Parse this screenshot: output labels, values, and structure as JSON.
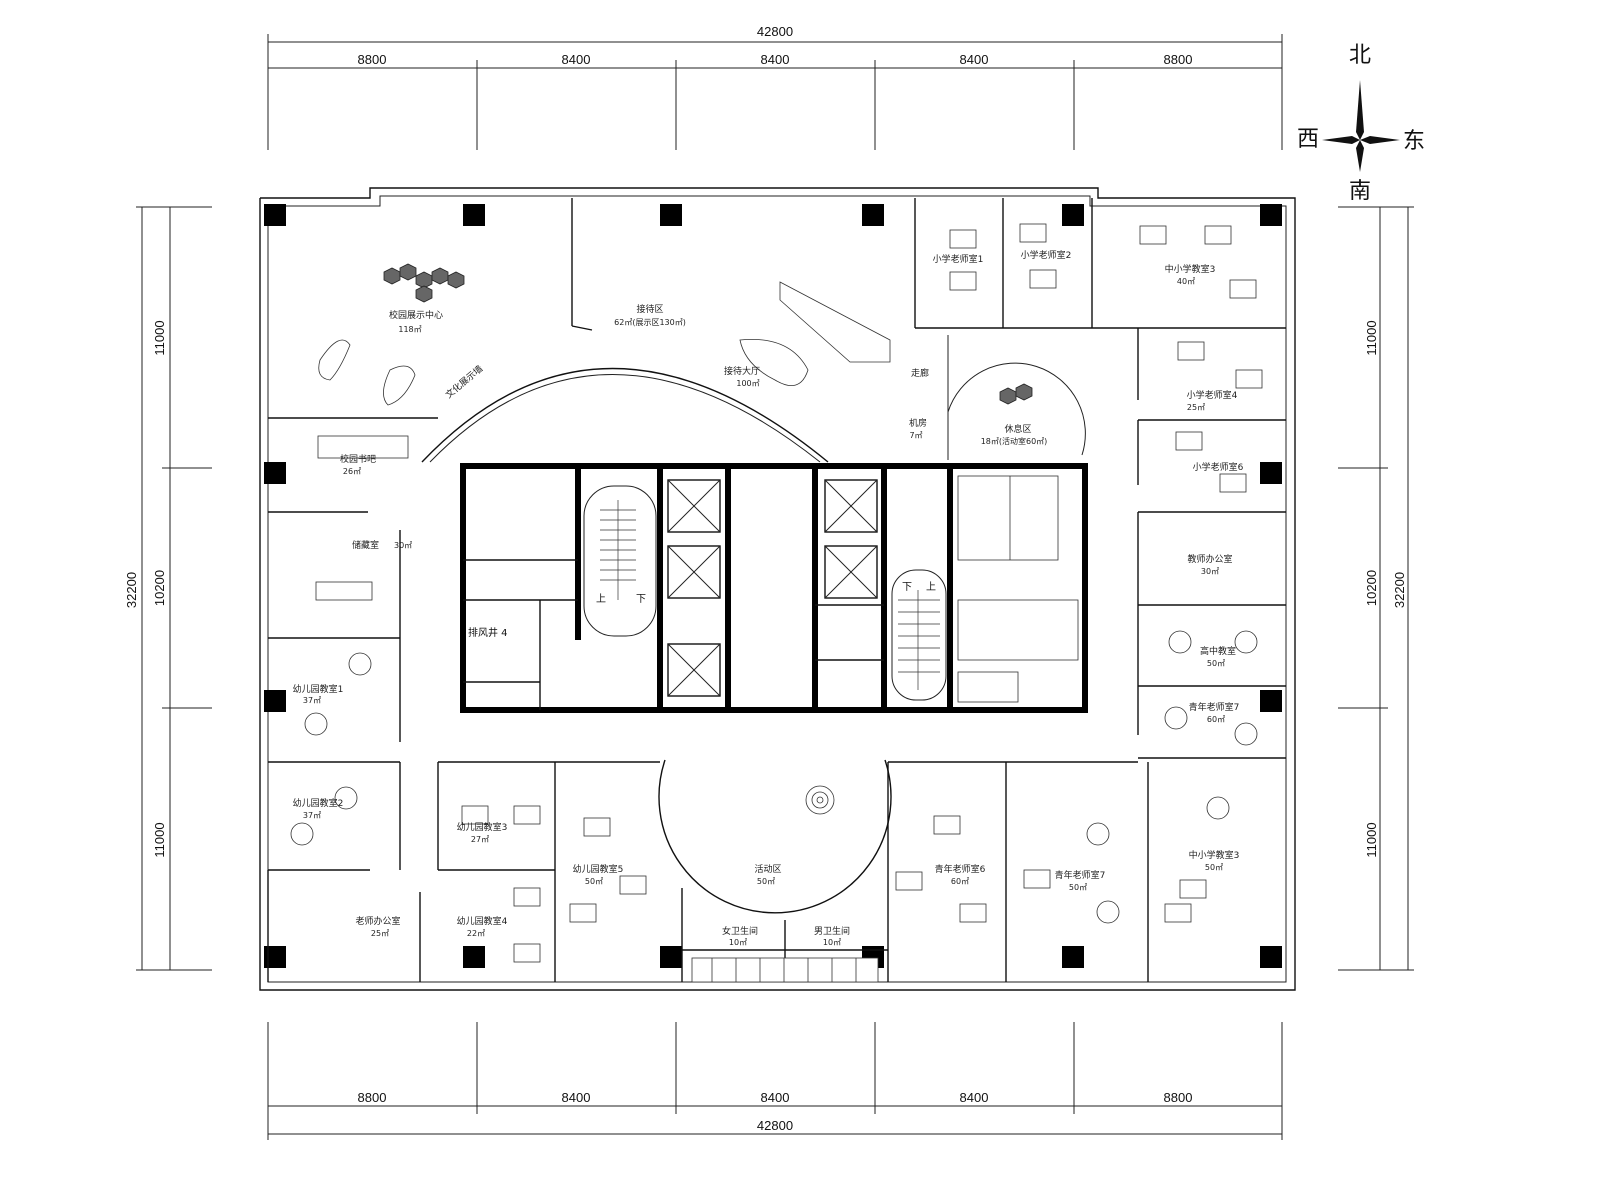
{
  "dimensions": {
    "top_total": "42800",
    "top_segments": [
      "8800",
      "8400",
      "8400",
      "8400",
      "8800"
    ],
    "bottom_total": "42800",
    "bottom_segments": [
      "8800",
      "8400",
      "8400",
      "8400",
      "8800"
    ],
    "left_total": "32200",
    "left_segments": [
      "11000",
      "10200",
      "11000"
    ],
    "right_total": "32200",
    "right_segments": [
      "11000",
      "10200",
      "11000"
    ]
  },
  "compass": {
    "north": "北",
    "south": "南",
    "east": "东",
    "west": "西"
  },
  "core_labels": {
    "shaft": "排风井 4",
    "stair_left_up": "上",
    "stair_left_down": "下",
    "stair_right_up": "上",
    "stair_right_down": "下"
  },
  "rooms": [
    {
      "name": "校园展示中心",
      "area": "118㎡"
    },
    {
      "name": "接待区",
      "area": "62㎡(展示区130㎡)"
    },
    {
      "name": "接待大厅",
      "area": "100㎡"
    },
    {
      "name": "校园书吧",
      "area": "26㎡"
    },
    {
      "name": "储藏室",
      "area": "30㎡"
    },
    {
      "name": "幼儿园教室1",
      "area": "37㎡"
    },
    {
      "name": "幼儿园教室2",
      "area": "37㎡"
    },
    {
      "name": "老师办公室",
      "area": "25㎡"
    },
    {
      "name": "幼儿园教室3",
      "area": "27㎡"
    },
    {
      "name": "幼儿园教室4",
      "area": "22㎡"
    },
    {
      "name": "幼儿园教室5",
      "area": "50㎡"
    },
    {
      "name": "活动区",
      "area": "50㎡"
    },
    {
      "name": "女卫生间",
      "area": "10㎡"
    },
    {
      "name": "男卫生间",
      "area": "10㎡"
    },
    {
      "name": "青年老师室6",
      "area": "60㎡"
    },
    {
      "name": "青年老师室7",
      "area": "50㎡"
    },
    {
      "name": "中小学教室3",
      "area": "50㎡"
    },
    {
      "name": "青年老师室7",
      "area": "60㎡"
    },
    {
      "name": "高中教室",
      "area": "50㎡"
    },
    {
      "name": "教师办公室",
      "area": "30㎡"
    },
    {
      "name": "小学老师室6",
      "area": ""
    },
    {
      "name": "小学老师室4",
      "area": "25㎡"
    },
    {
      "name": "中小学教室3",
      "area": "40㎡"
    },
    {
      "name": "小学老师室2",
      "area": ""
    },
    {
      "name": "小学老师室1",
      "area": ""
    },
    {
      "name": "休息区",
      "area": "18㎡(活动室60㎡)"
    },
    {
      "name": "机房",
      "area": "7㎡"
    },
    {
      "name": "走廊",
      "area": ""
    },
    {
      "name": "文化展示墙",
      "area": ""
    }
  ]
}
